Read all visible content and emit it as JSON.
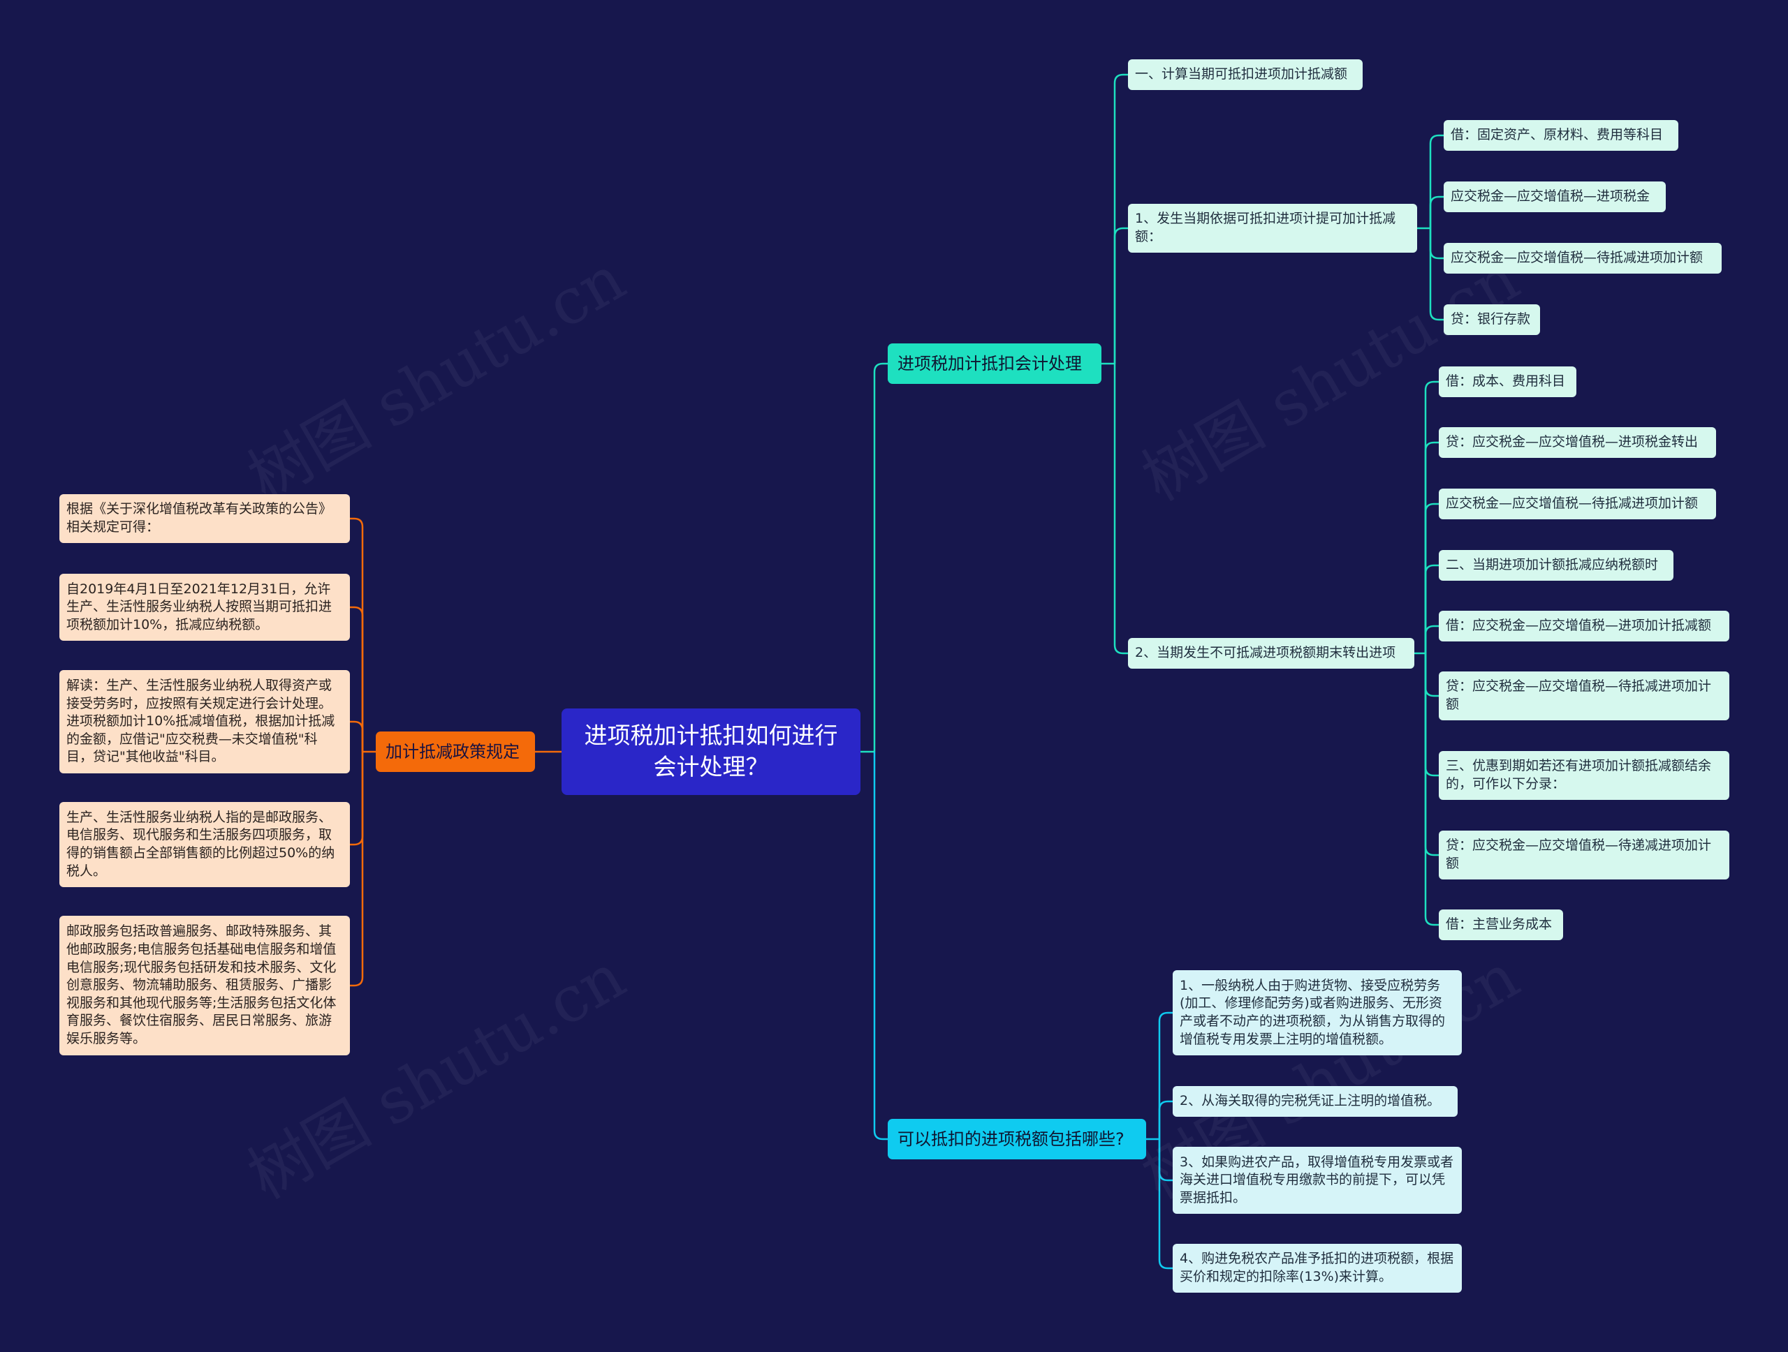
{
  "root": {
    "label": "进项税加计抵扣如何进行会计处理？"
  },
  "branches": {
    "accounting": {
      "label": "进项税加计抵扣会计处理",
      "item1": {
        "label": "一、计算当期可抵扣进项加计抵减额"
      },
      "item2": {
        "label": "1、发生当期依据可抵扣进项计提可加计抵减额：",
        "children": [
          "借：固定资产、原材料、费用等科目",
          "应交税金—应交增值税—进项税金",
          "应交税金—应交增值税—待抵减进项加计额",
          "贷：银行存款"
        ]
      },
      "item3": {
        "label": "2、当期发生不可抵减进项税额期末转出进项",
        "children": [
          "借：成本、费用科目",
          "贷：应交税金—应交增值税—进项税金转出",
          "应交税金—应交增值税—待抵减进项加计额",
          "二、当期进项加计额抵减应纳税额时",
          "借：应交税金—应交增值税—进项加计抵减额",
          "贷：应交税金—应交增值税—待抵减进项加计额",
          "三、优惠到期如若还有进项加计额抵减额结余的，可作以下分录：",
          "贷：应交税金—应交增值税—待递减进项加计额",
          "借：主营业务成本"
        ]
      }
    },
    "deductible": {
      "label": "可以抵扣的进项税额包括哪些?",
      "children": [
        "1、一般纳税人由于购进货物、接受应税劳务(加工、修理修配劳务)或者购进服务、无形资产或者不动产的进项税额，为从销售方取得的增值税专用发票上注明的增值税额。",
        "2、从海关取得的完税凭证上注明的增值税。",
        "3、如果购进农产品，取得增值税专用发票或者海关进口增值税专用缴款书的前提下，可以凭票据抵扣。",
        "4、购进免税农产品准予抵扣的进项税额，根据买价和规定的扣除率(13%)来计算。"
      ]
    },
    "policy": {
      "label": "加计抵减政策规定",
      "children": [
        "根据《关于深化增值税改革有关政策的公告》相关规定可得：",
        "自2019年4月1日至2021年12月31日，允许生产、生活性服务业纳税人按照当期可抵扣进项税额加计10%，抵减应纳税额。",
        "解读：生产、生活性服务业纳税人取得资产或接受劳务时，应按照有关规定进行会计处理。进项税额加计10%抵减增值税，根据加计抵减的金额，应借记\"应交税费—未交增值税\"科目，贷记\"其他收益\"科目。",
        "生产、生活性服务业纳税人指的是邮政服务、电信服务、现代服务和生活服务四项服务，取得的销售额占全部销售额的比例超过50%的纳税人。",
        "邮政服务包括政普遍服务、邮政特殊服务、其他邮政服务;电信服务包括基础电信服务和增值电信服务;现代服务包括研发和技术服务、文化创意服务、物流辅助服务、租赁服务、广播影视服务和其他现代服务等;生活服务包括文化体育服务、餐饮住宿服务、居民日常服务、旅游娱乐服务等。"
      ]
    }
  },
  "colors": {
    "background": "#17174d",
    "root": "#2a26c8",
    "teal": "#1ee0c0",
    "cyan": "#0fcbf0",
    "orange": "#f46a0a"
  }
}
